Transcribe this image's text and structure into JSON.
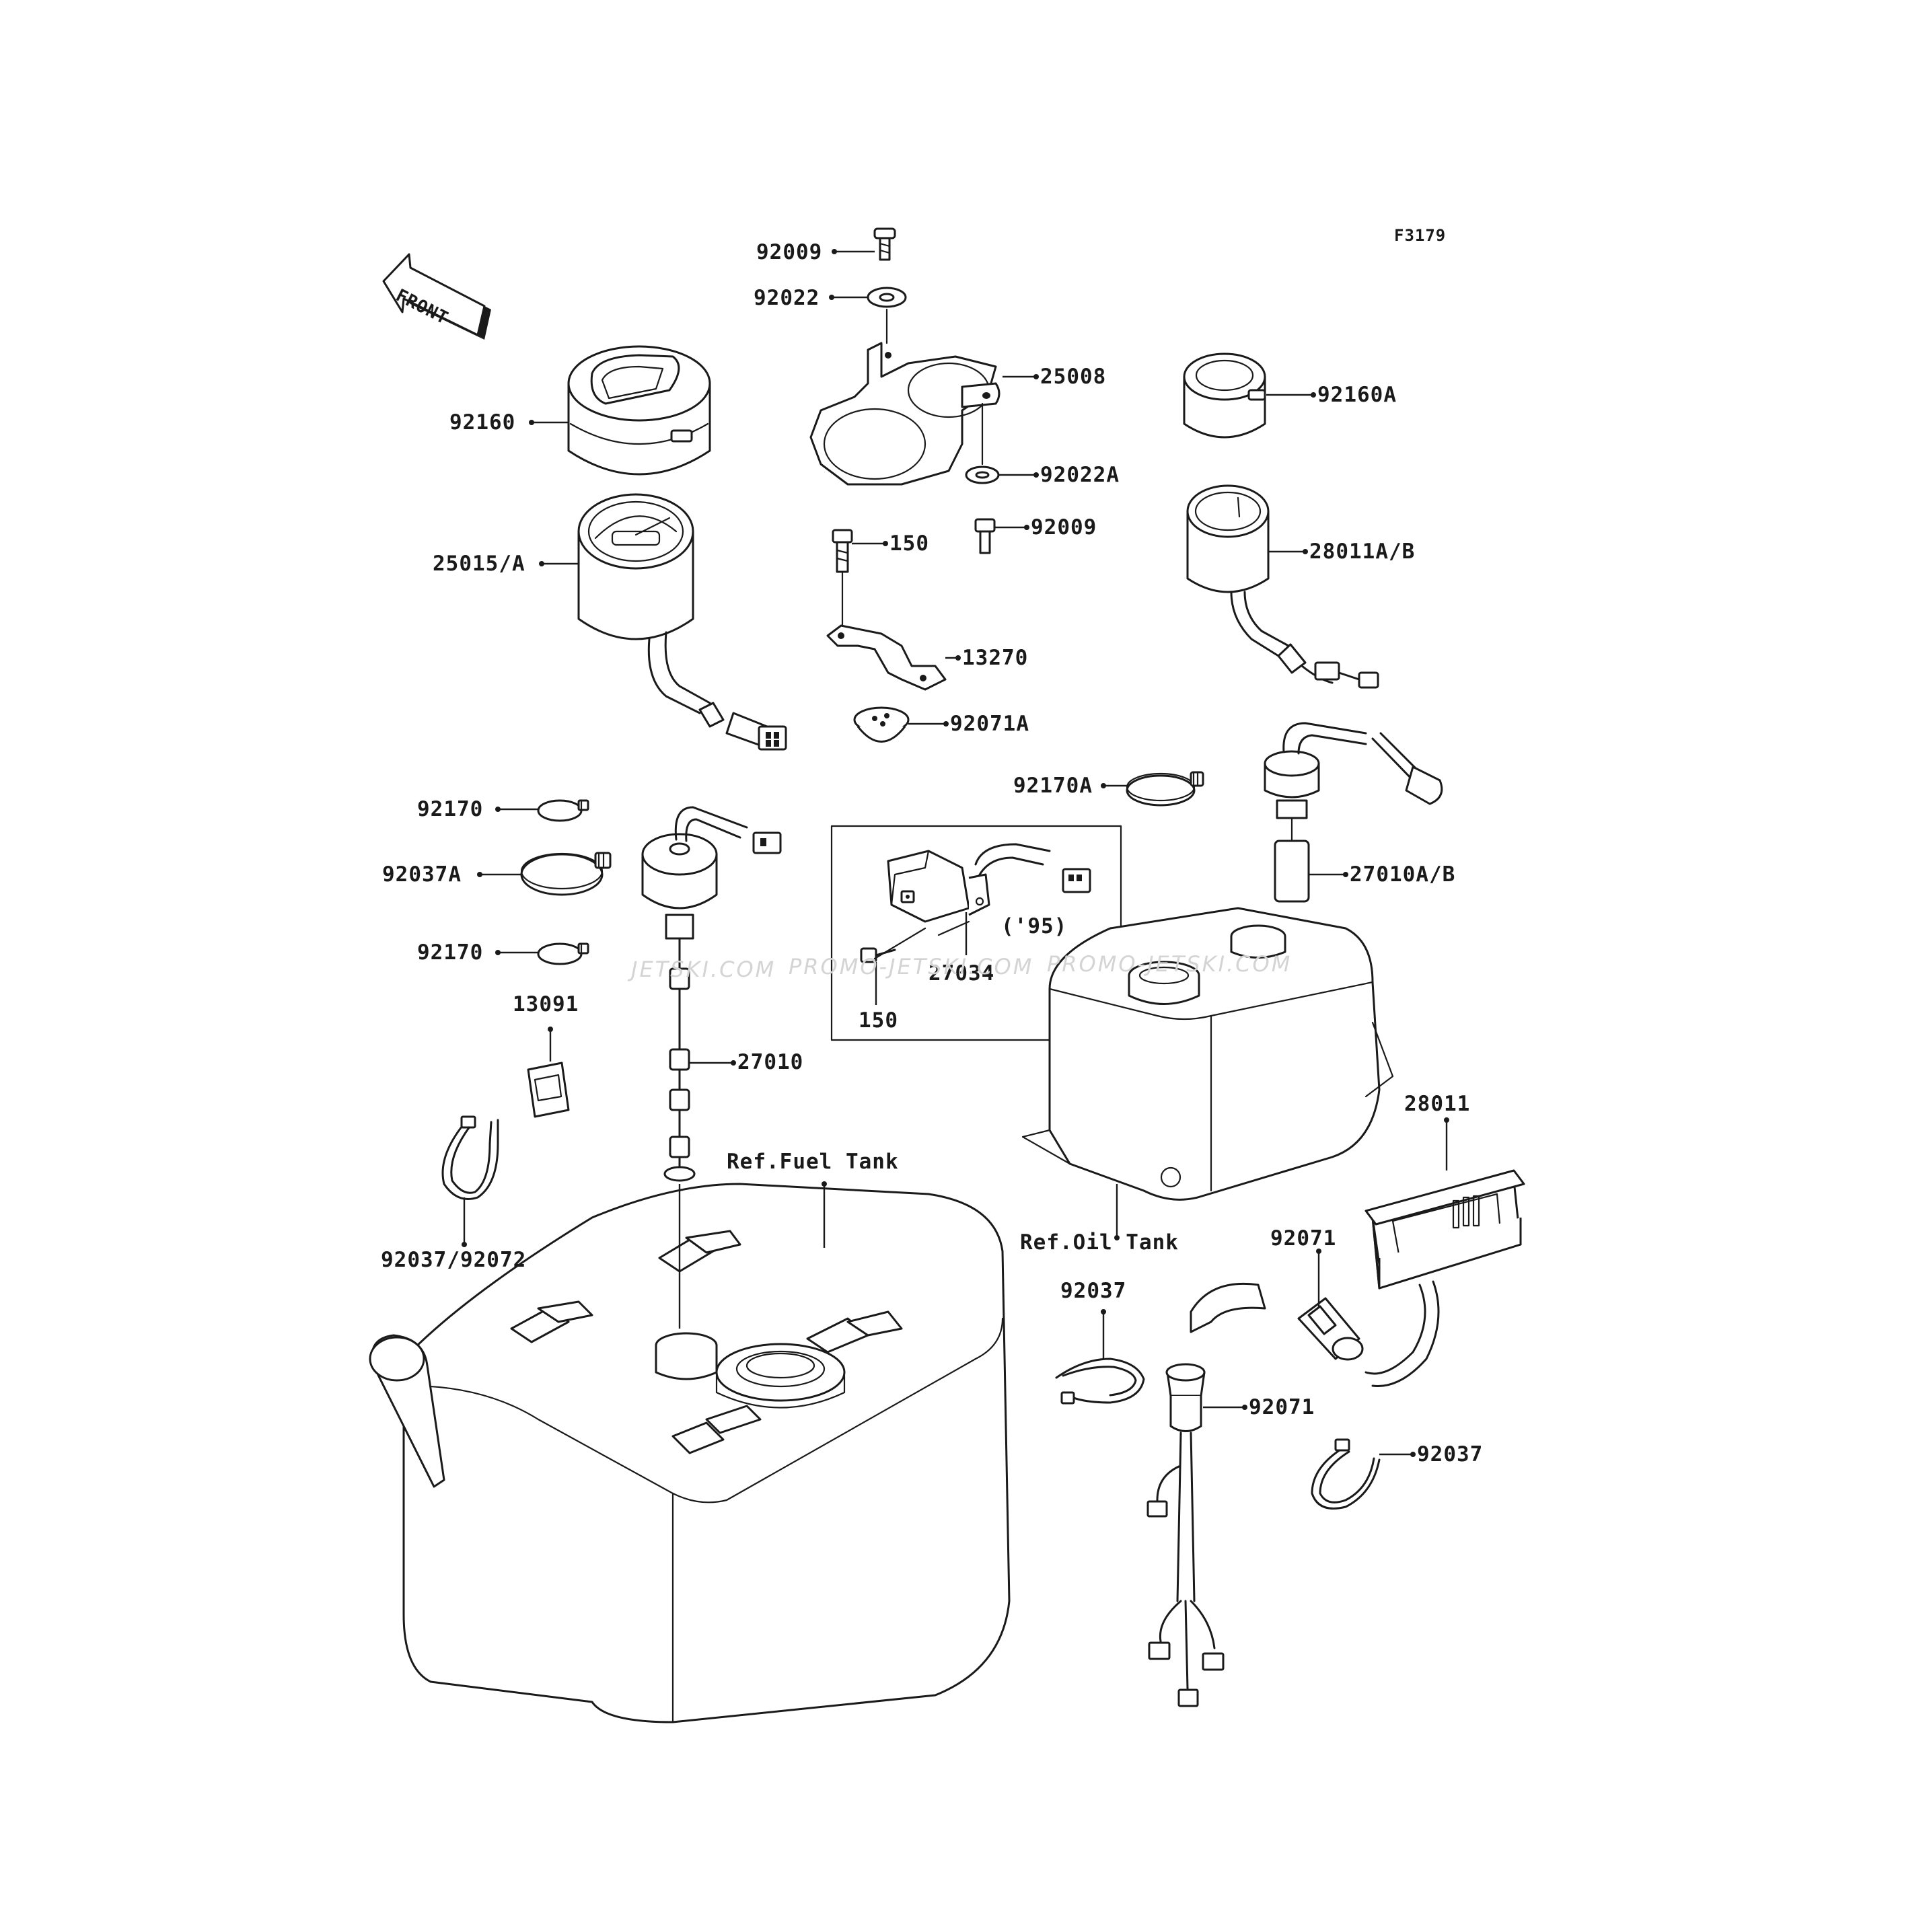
{
  "figure_id": "F3179",
  "front_arrow": {
    "label": "FRONT"
  },
  "watermarks": [
    "JETSKI.COM",
    "PROMO-JETSKI.COM",
    "PROMO-JETSKI.COM"
  ],
  "parts": {
    "p92009_top": "92009",
    "p92022": "92022",
    "p25008": "25008",
    "p92160A": "92160A",
    "p92160": "92160",
    "p92022A": "92022A",
    "p150_top": "150",
    "p92009_mid": "92009",
    "p25015A": "25015/A",
    "p28011AB": "28011A/B",
    "p13270": "13270",
    "p92071A": "92071A",
    "p92170A": "92170A",
    "p92170_a": "92170",
    "p92037A": "92037A",
    "p27010AB": "27010A/B",
    "p95": "('95)",
    "p92170_b": "92170",
    "p27034": "27034",
    "p150_box": "150",
    "p13091": "13091",
    "p27010": "27010",
    "p28011": "28011",
    "ref_fuel_tank": "Ref.Fuel Tank",
    "ref_oil_tank": "Ref.Oil Tank",
    "p92037_92072": "92037/92072",
    "p92071_a": "92071",
    "p92037_a": "92037",
    "p92071_b": "92071",
    "p92037_b": "92037"
  }
}
